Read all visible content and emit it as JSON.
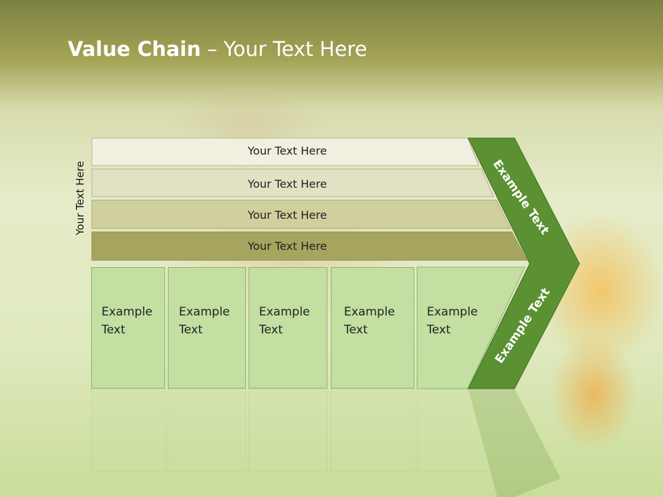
{
  "title": {
    "bold": "Value Chain",
    "rest": " – Your Text Here"
  },
  "side_label": "Your Text Here",
  "rows": [
    {
      "label": "Your Text Here",
      "color": "#f0efe0"
    },
    {
      "label": "Your Text Here",
      "color": "#e2e1c4"
    },
    {
      "label": "Your Text Here",
      "color": "#d0cf9e"
    },
    {
      "label": "Your Text Here",
      "color": "#a6a560"
    }
  ],
  "cells": [
    {
      "line1": "Example",
      "line2": "Text"
    },
    {
      "line1": "Example",
      "line2": "Text"
    },
    {
      "line1": "Example",
      "line2": "Text"
    },
    {
      "line1": "Example",
      "line2": "Text"
    },
    {
      "line1": "Example",
      "line2": "Text"
    }
  ],
  "arrow": {
    "top_label": "Example Text",
    "bottom_label": "Example Text",
    "color": "#5b9132"
  }
}
